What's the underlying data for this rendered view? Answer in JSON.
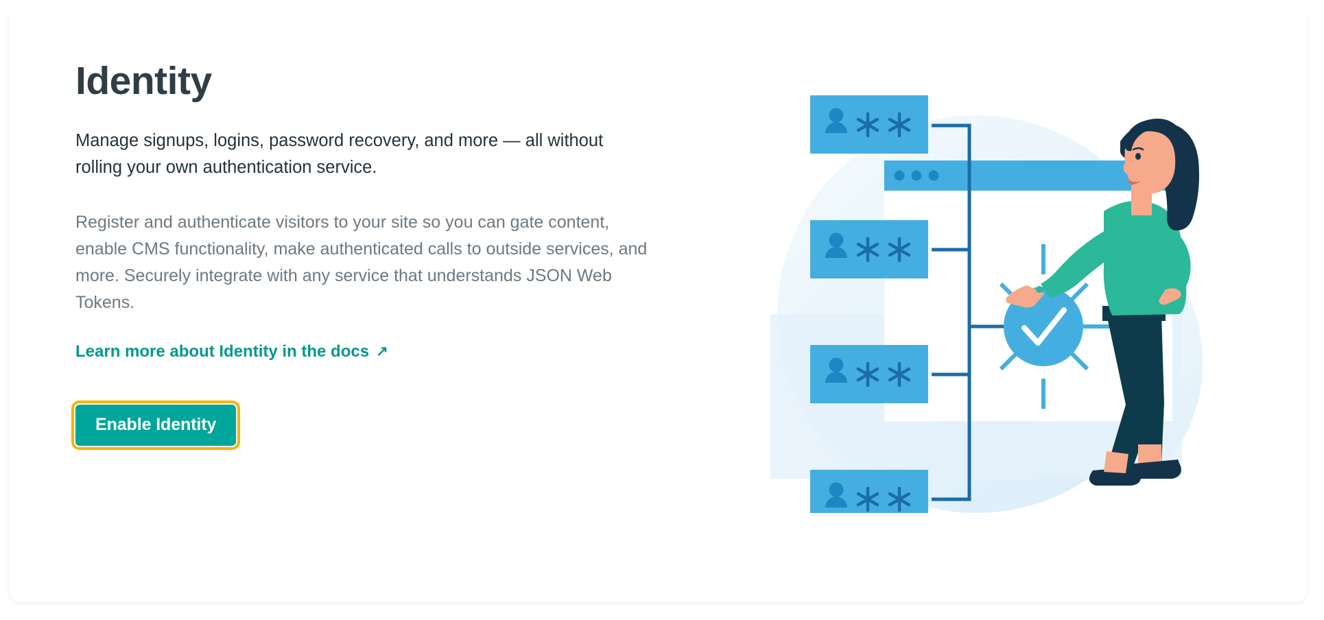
{
  "panel": {
    "title": "Identity",
    "subhead": "Manage signups, logins, password recovery, and more — all without rolling your own authentication service.",
    "body": "Register and authenticate visitors to your site so you can gate content, enable CMS functionality, make authenticated calls to outside services, and more. Securely integrate with any service that understands JSON Web Tokens.",
    "docs_link": {
      "label": "Learn more about Identity in the docs",
      "arrow": "↗",
      "icon": "external-link-icon"
    },
    "cta": {
      "label": "Enable Identity",
      "focused": true
    }
  },
  "illustration": {
    "name": "identity-authentication-illustration",
    "alt_parts": [
      "four credential cards with user avatar and two asterisks",
      "browser window with three dots",
      "blue circle with white checkmark and radiating rays",
      "woman in teal sweater pointing at the checkmark"
    ],
    "credential_cards": [
      {
        "label": "credential-card-1"
      },
      {
        "label": "credential-card-2"
      },
      {
        "label": "credential-card-3"
      },
      {
        "label": "credential-card-4"
      }
    ],
    "browser_dots": 3
  },
  "colors": {
    "panel_bg": "#ffffff",
    "title": "#2f3d45",
    "subhead": "#25323a",
    "body": "#6d7880",
    "link_teal": "#00998a",
    "button_teal": "#00a699",
    "focus_ring_yellow": "#f5b300",
    "illustration_light_blue": "#45aee0",
    "illustration_dark_blue": "#1b6ca8",
    "illustration_pale_blue": "#e9f4fb",
    "sweater_green": "#2bb99a",
    "pants_navy": "#0d3b4c",
    "hair_navy": "#12334a",
    "skin": "#f7a98c"
  }
}
